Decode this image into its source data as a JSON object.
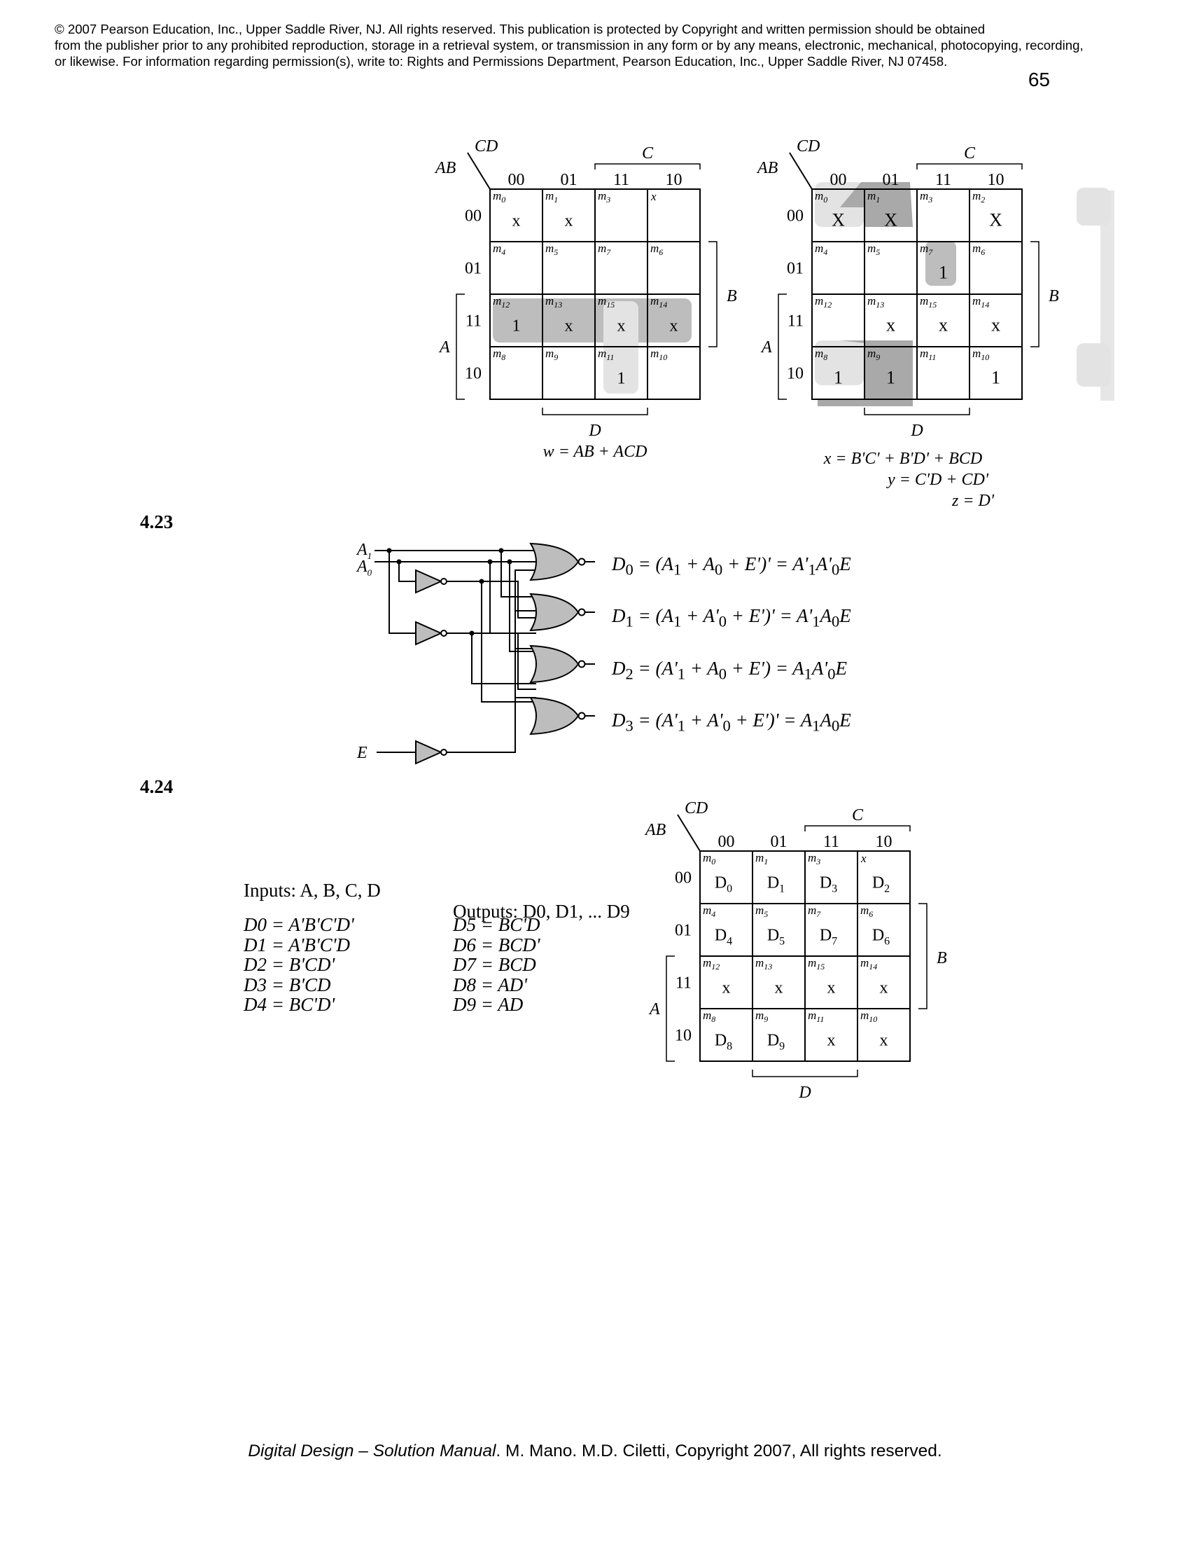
{
  "header": {
    "copyright_lines": [
      "© 2007 Pearson Education, Inc., Upper Saddle River, NJ.  All rights reserved. This publication is protected by Copyright and written permission should be obtained",
      "from the publisher prior to any prohibited reproduction, storage in a retrieval system,  or transmission in any form or by any means, electronic, mechanical, photocopying, recording,",
      "or  likewise.  For information regarding permission(s), write to:  Rights and Permissions Department, Pearson Education, Inc., Upper Saddle River, NJ 07458."
    ],
    "page_number": "65"
  },
  "kmap_labels": {
    "var_cd": "CD",
    "var_ab": "AB",
    "codes": [
      "00",
      "01",
      "11",
      "10"
    ],
    "label_a": "A",
    "label_b": "B",
    "label_c": "C",
    "label_d": "D",
    "minterm_prefix": "m",
    "minterm_order": [
      [
        "0",
        "1",
        "3",
        "2"
      ],
      [
        "4",
        "5",
        "7",
        "6"
      ],
      [
        "12",
        "13",
        "15",
        "14"
      ],
      [
        "8",
        "9",
        "11",
        "10"
      ]
    ]
  },
  "kmap_w": {
    "cells": [
      [
        "x",
        "x",
        "",
        ""
      ],
      [
        "",
        "",
        "",
        ""
      ],
      [
        "1",
        "x",
        "x",
        "x"
      ],
      [
        "",
        "",
        "1",
        ""
      ]
    ],
    "corner_overrides": [
      {
        "row": 0,
        "col": 3,
        "text": "x"
      }
    ],
    "equation": "w = AB + ACD"
  },
  "kmap_xyz": {
    "cells": [
      [
        "X",
        "X",
        "",
        "X"
      ],
      [
        "",
        "",
        "1",
        ""
      ],
      [
        "",
        "x",
        "x",
        "x"
      ],
      [
        "1",
        "1",
        "",
        "1"
      ]
    ],
    "equations": [
      "x = B'C' + B'D'  + BCD",
      "y = C'D + CD'",
      "z = D'"
    ]
  },
  "problem_423": {
    "number": "4.23",
    "input_a1": "A1",
    "input_a0": "A0",
    "input_e": "E",
    "outputs": [
      "D0 = (A1 + A0 + E')' = A'1A'0E",
      "D1 = (A1 + A'0 + E')' = A'1A0E",
      "D2 = (A'1 + A0 + E') = A1A'0E",
      "D3 = (A'1 + A'0 + E')' = A1A0E"
    ]
  },
  "problem_424": {
    "number": "4.24",
    "inputs_label": "Inputs: A, B, C, D",
    "outputs_label": "Outputs: D0, D1, ... D9",
    "equations_left": [
      "D0 = A'B'C'D'",
      "D1 = A'B'C'D",
      "D2 = B'CD'",
      "D3 = B'CD",
      "D4 = BC'D'"
    ],
    "equations_right": [
      "D5 = BC'D",
      "D6 = BCD'",
      "D7 = BCD",
      "D8 = AD'",
      "D9 = AD"
    ],
    "kmap": {
      "cells": [
        [
          "D0",
          "D1",
          "D3",
          "D2"
        ],
        [
          "D4",
          "D5",
          "D7",
          "D6"
        ],
        [
          "x",
          "x",
          "x",
          "x"
        ],
        [
          "D8",
          "D9",
          "x",
          "x"
        ]
      ],
      "corner_overrides": [
        {
          "row": 0,
          "col": 3,
          "text": "x"
        }
      ]
    }
  },
  "footer": {
    "title": "Digital Design – Solution Manual",
    "rest": ". M. Mano. M.D. Ciletti, Copyright 2007, All rights reserved."
  }
}
